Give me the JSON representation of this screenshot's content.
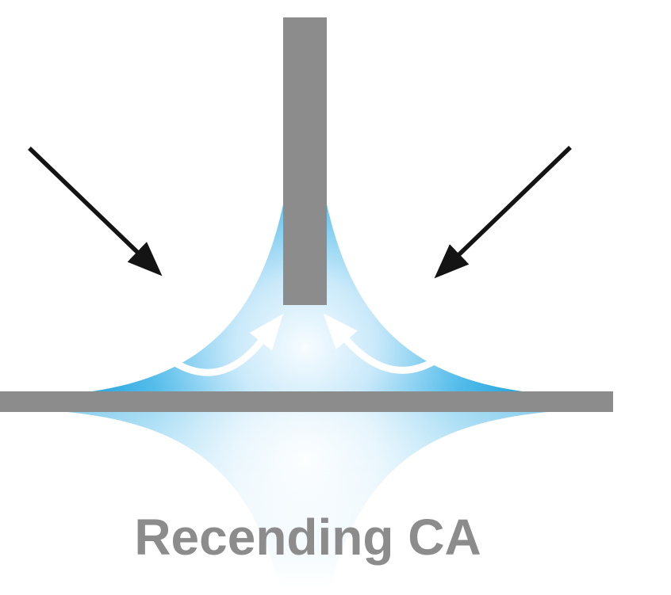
{
  "caption": {
    "label": "Recending CA"
  },
  "colors": {
    "background": "#FFFFFF",
    "rod_gray": "#8C8C8C",
    "substrate_gray": "#8C8C8C",
    "droplet_center": "#F7FCFF",
    "droplet_light": "#C9E9FA",
    "droplet_mid": "#54BCEA",
    "droplet_edge": "#0F9AD7",
    "arrow_black": "#141414",
    "curved_arrow_white": "#FFFFFF",
    "caption_gray": "#8C8C8C"
  },
  "icons": {
    "left_inward_arrow": "diagonal-black-arrow-pointing-down-right",
    "right_inward_arrow": "diagonal-black-arrow-pointing-down-left",
    "left_receding_arrow": "white-curved-arrow-sweeping-up-right",
    "right_receding_arrow": "white-curved-arrow-sweeping-up-left"
  }
}
